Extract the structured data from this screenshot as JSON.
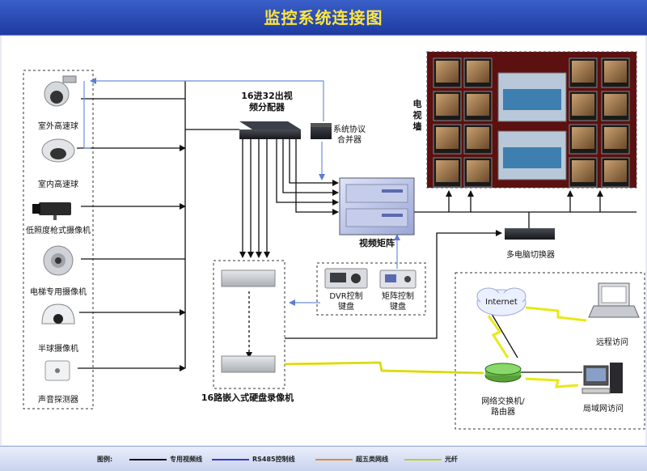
{
  "title": "监控系统连接图",
  "cameras": {
    "outdoor_dome": "室外高速球",
    "indoor_dome": "室内高速球",
    "lowlight_bullet": "低照度枪式摄像机",
    "elevator_cam": "电梯专用摄像机",
    "half_dome": "半球摄像机",
    "audio_detector": "声音探测器"
  },
  "devices": {
    "video_splitter": "16进32出视频分配器",
    "protocol_merger": "系统协议合并器",
    "video_matrix": "视频矩阵",
    "video_wall": "电视墙",
    "kvm_switch": "多电脑切换器",
    "dvr": "16路嵌入式硬盘录像机",
    "dvr_keyboard": "DVR控制键盘",
    "matrix_keyboard": "矩阵控制键盘",
    "internet": "Internet",
    "remote_access": "远程访问",
    "network_switch": "网络交换机/路由器",
    "lan_access": "局域网访问"
  },
  "legend": {
    "prefix": "图例:",
    "items": [
      {
        "label": "专用视频线",
        "color": "#111111"
      },
      {
        "label": "RS485控制线",
        "color": "#3a3ad0"
      },
      {
        "label": "超五类网线",
        "color": "#e08a3a"
      },
      {
        "label": "光纤",
        "color": "#b8d02a"
      }
    ]
  },
  "colors": {
    "video_line": "#111111",
    "control_line": "#6a8fd8",
    "fiber_line": "#e8e81a",
    "title_bg": "#2a49b4",
    "title_text": "#ffe640"
  }
}
